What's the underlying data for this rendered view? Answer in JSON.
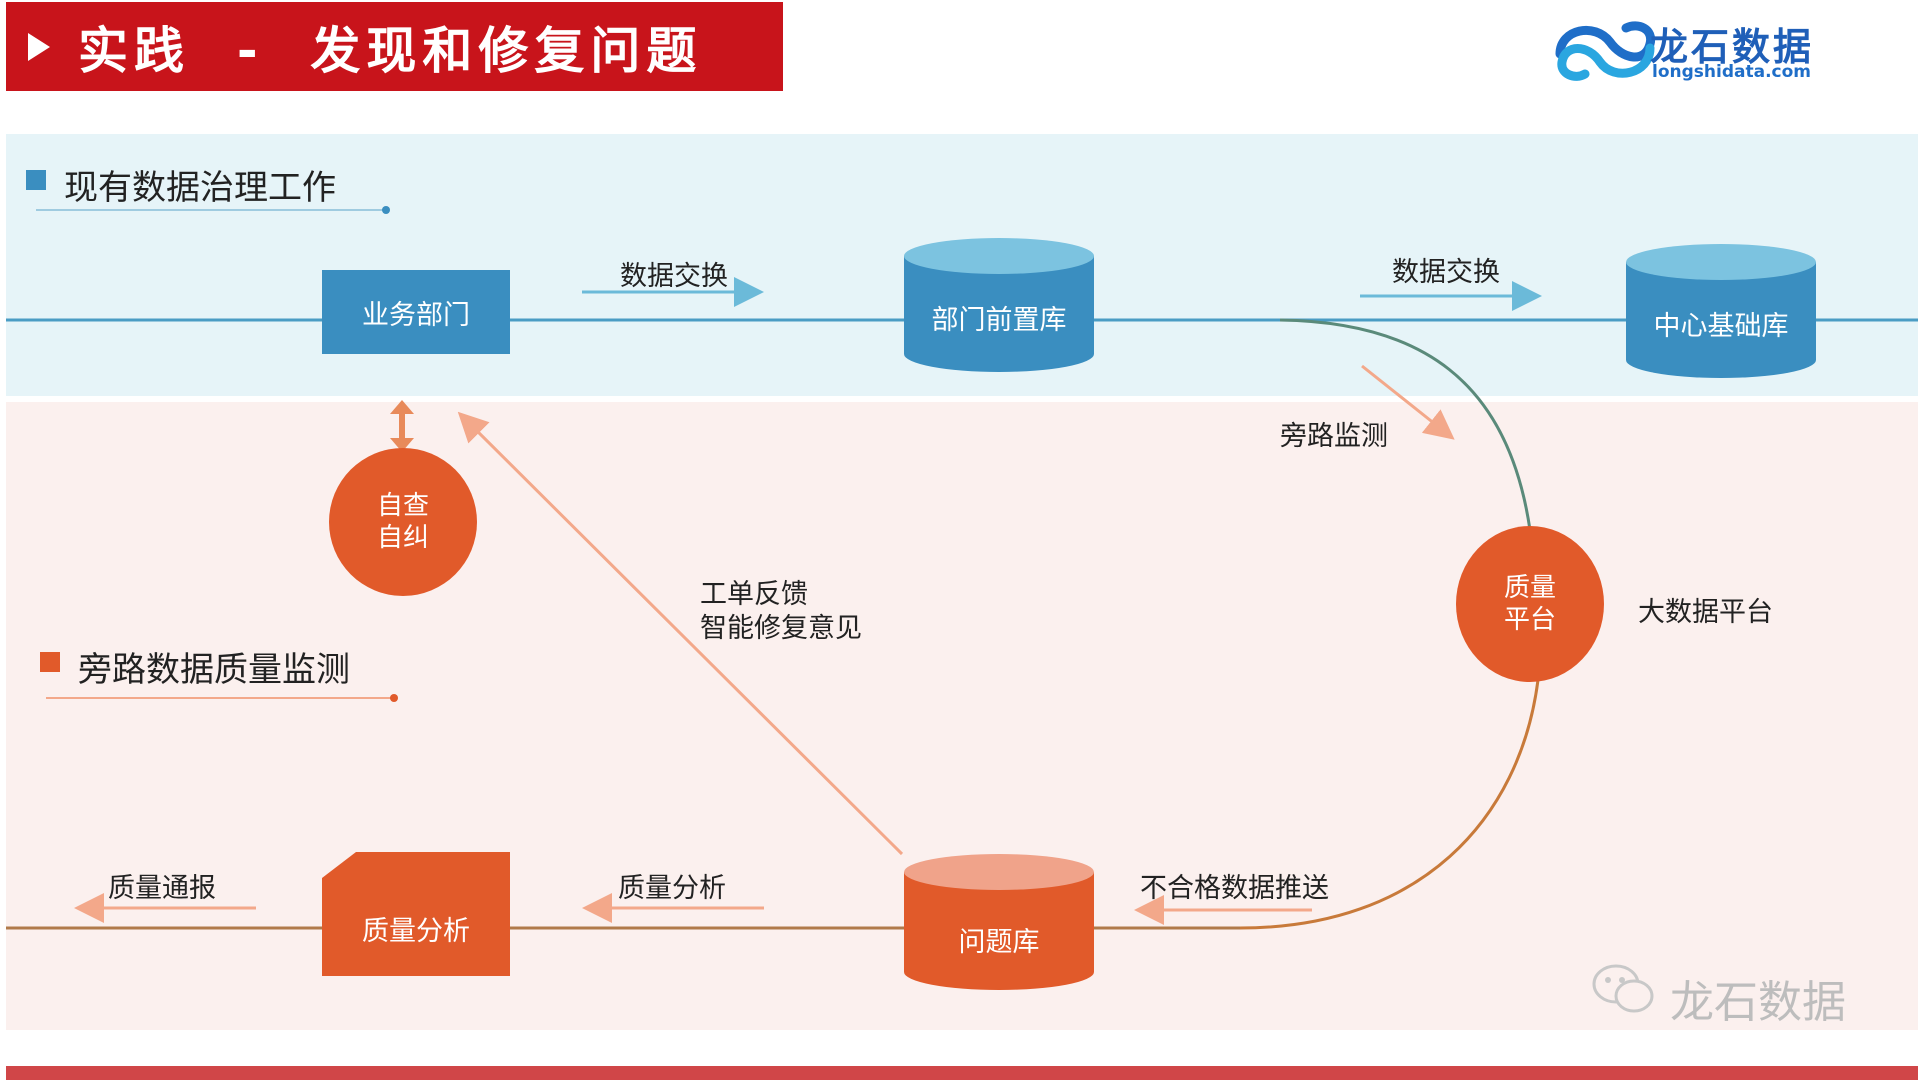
{
  "title": "实践  -  发现和修复问题",
  "logo": {
    "name": "龙石数据",
    "url": "longshidata.com"
  },
  "sections": {
    "top": "现有数据治理工作",
    "bottom": "旁路数据质量监测"
  },
  "nodes": {
    "business_dept": "业务部门",
    "dept_front_db": "部门前置库",
    "center_base_db": "中心基础库",
    "self_check": [
      "自查",
      "自纠"
    ],
    "quality_platform": [
      "质量",
      "平台"
    ],
    "big_data_platform": "大数据平台",
    "issue_db": "问题库",
    "quality_analysis_box": "质量分析"
  },
  "edges": {
    "exchange_1": "数据交换",
    "exchange_2": "数据交换",
    "bypass": "旁路监测",
    "feedback_1": "工单反馈",
    "feedback_2": "智能修复意见",
    "push_unqualified": "不合格数据推送",
    "analysis": "质量分析",
    "report": "质量通报"
  },
  "watermark": "龙石数据",
  "colors": {
    "red": "#c8141b",
    "blue": "#3a8ec0",
    "blue_light": "#6bbad9",
    "orange": "#e15a2a",
    "orange_light": "#f3a88a",
    "band_top": "#e6f4f8",
    "band_bottom": "#fbf0ee"
  }
}
